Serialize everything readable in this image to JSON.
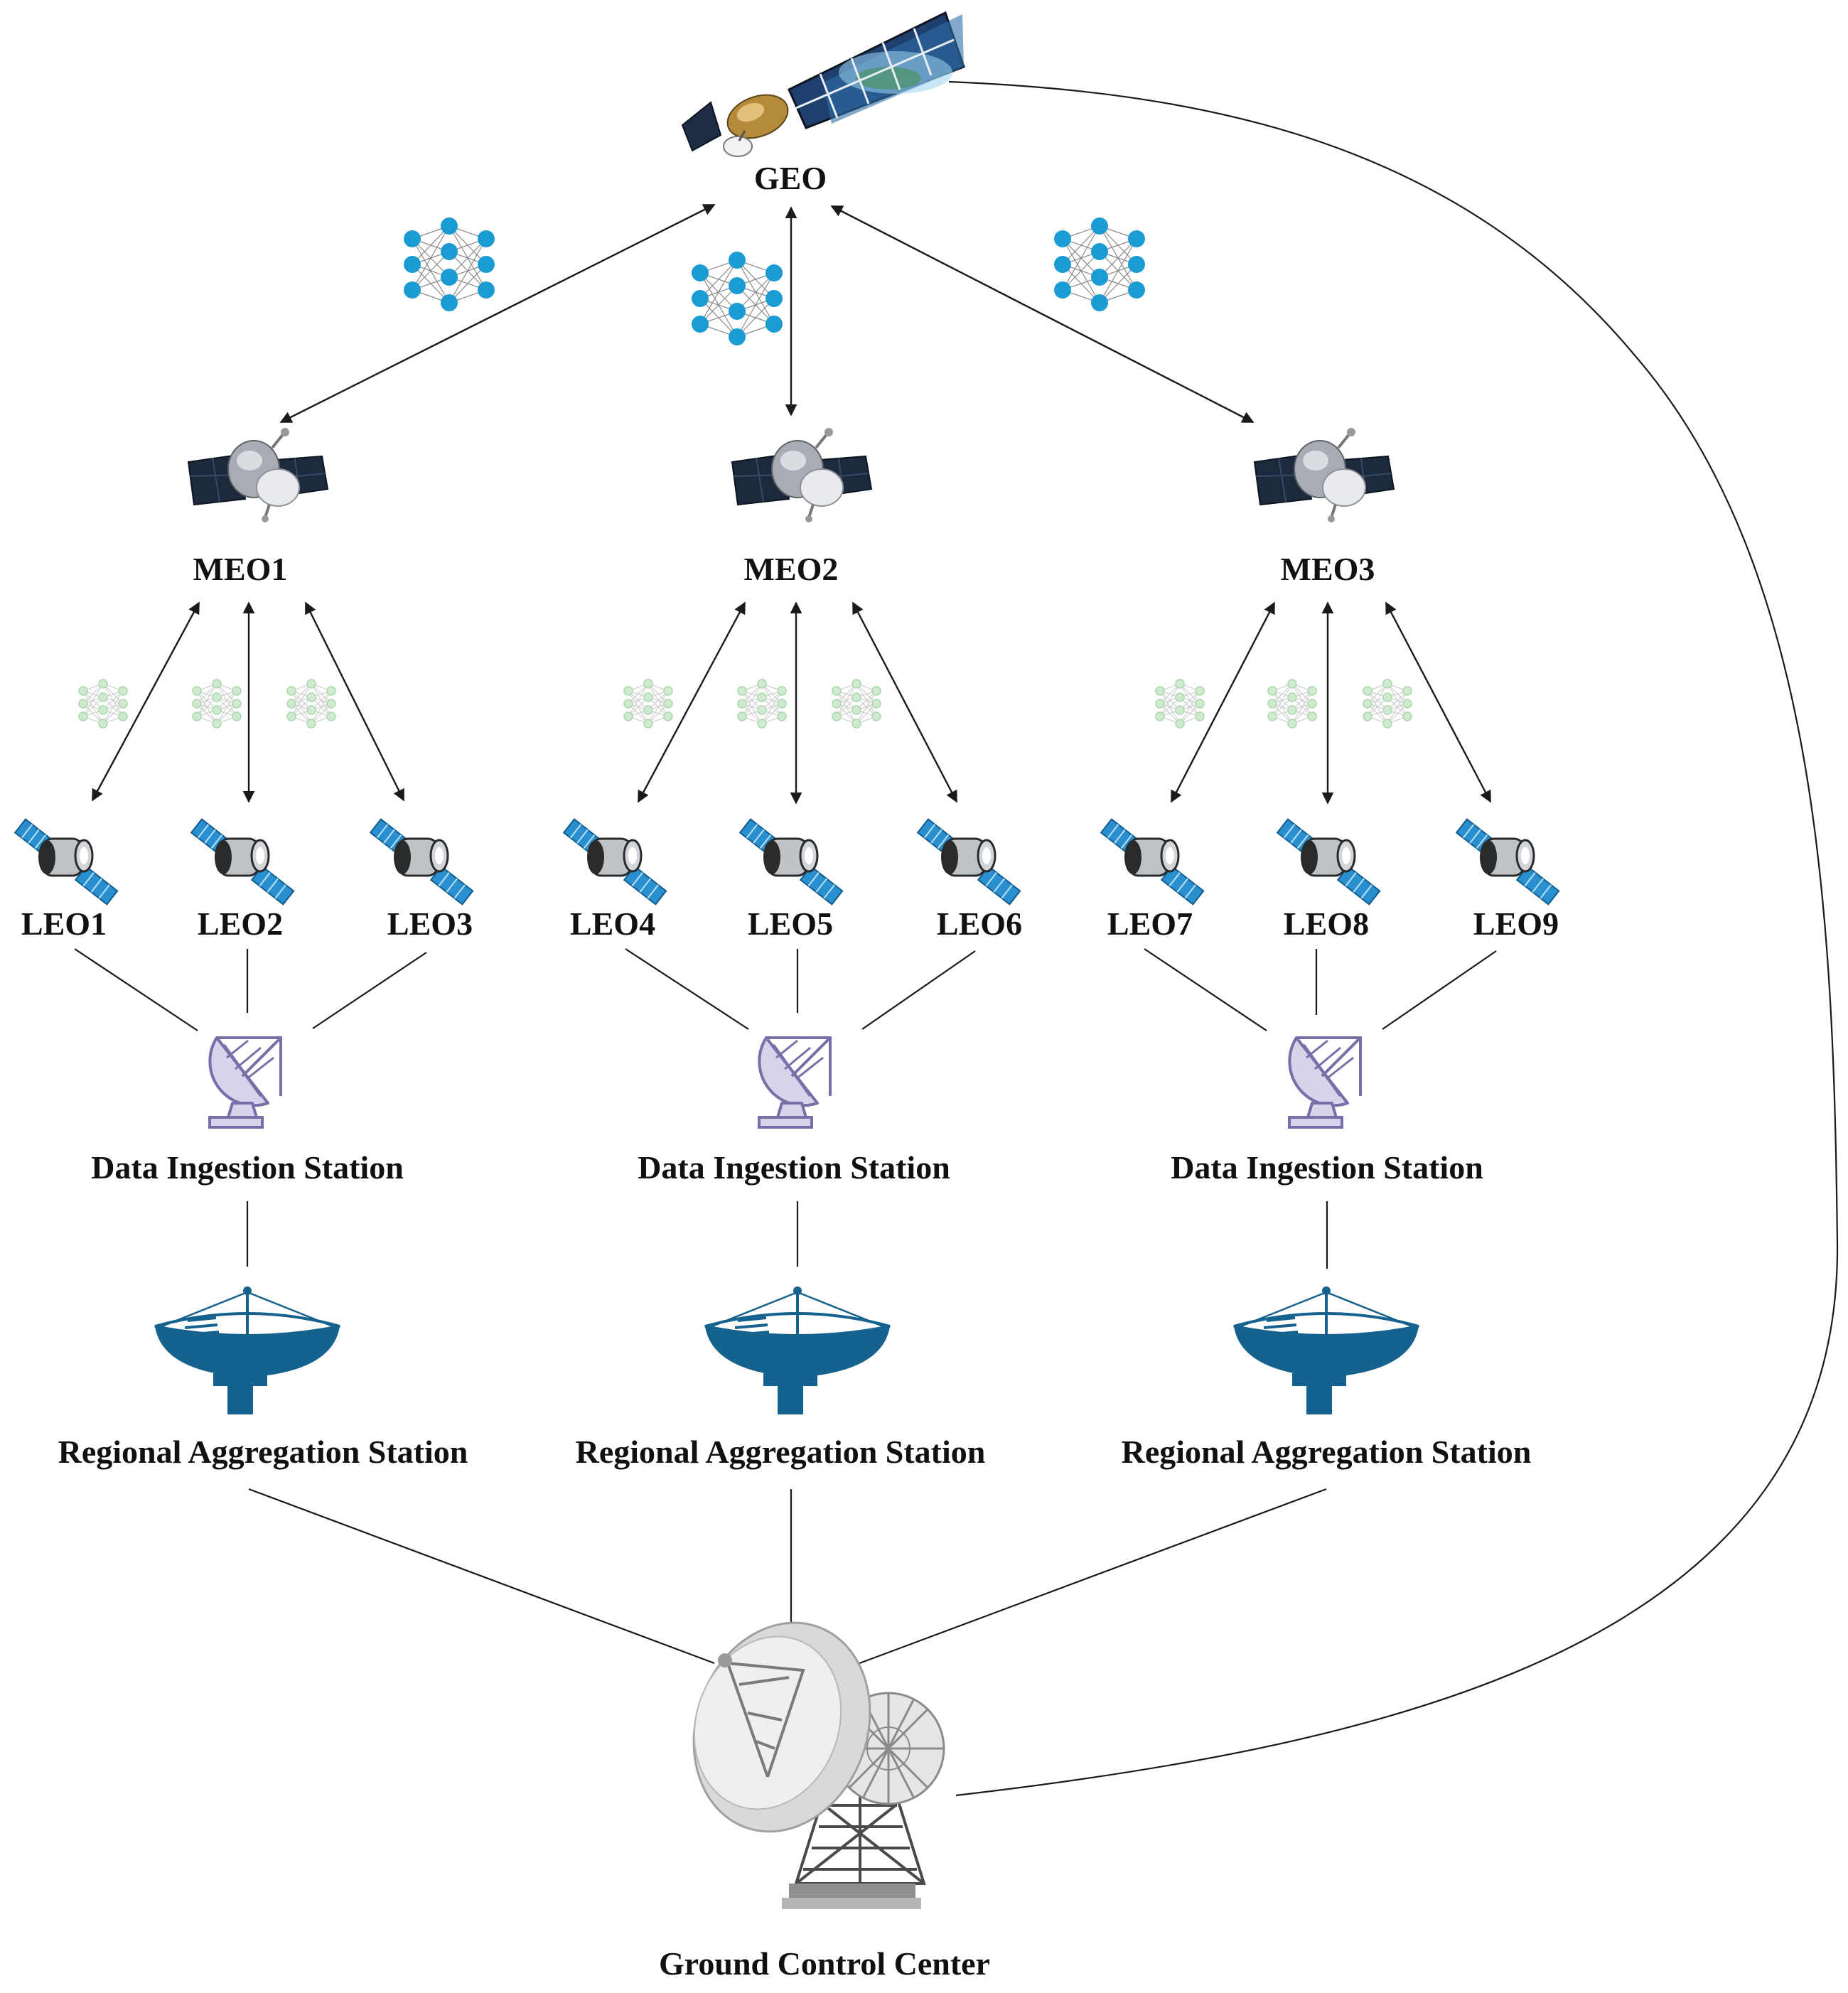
{
  "geo": {
    "label": "GEO"
  },
  "meo": [
    {
      "label": "MEO1"
    },
    {
      "label": "MEO2"
    },
    {
      "label": "MEO3"
    }
  ],
  "leo": [
    {
      "label": "LEO1"
    },
    {
      "label": "LEO2"
    },
    {
      "label": "LEO3"
    },
    {
      "label": "LEO4"
    },
    {
      "label": "LEO5"
    },
    {
      "label": "LEO6"
    },
    {
      "label": "LEO7"
    },
    {
      "label": "LEO8"
    },
    {
      "label": "LEO9"
    }
  ],
  "ingestion": [
    {
      "label": "Data Ingestion Station"
    },
    {
      "label": "Data Ingestion Station"
    },
    {
      "label": "Data Ingestion Station"
    }
  ],
  "regional": [
    {
      "label": "Regional Aggregation Station"
    },
    {
      "label": "Regional Aggregation Station"
    },
    {
      "label": "Regional Aggregation Station"
    }
  ],
  "ground": {
    "label": "Ground Control Center"
  },
  "icons": {
    "geo": "geo-satellite-icon",
    "meo": "meo-satellite-icon",
    "leo": "leo-satellite-icon",
    "ingestion": "ingestion-dish-icon",
    "regional": "regional-dish-icon",
    "ground": "ground-control-dish-icon",
    "global_model": "neural-network-icon",
    "local_model": "faded-neural-network-icon"
  },
  "colors": {
    "nn_primary": "#1a9bd1",
    "nn_faded": "#a9d8a9",
    "regional_dish": "#16628f",
    "ingestion_dish": "#7a6ea8",
    "ingestion_fill": "#d8d2ea",
    "leo_panel": "#2a8fcf",
    "meo_panel": "#1d2a3d",
    "ground_dish": "#bdbdbd"
  }
}
